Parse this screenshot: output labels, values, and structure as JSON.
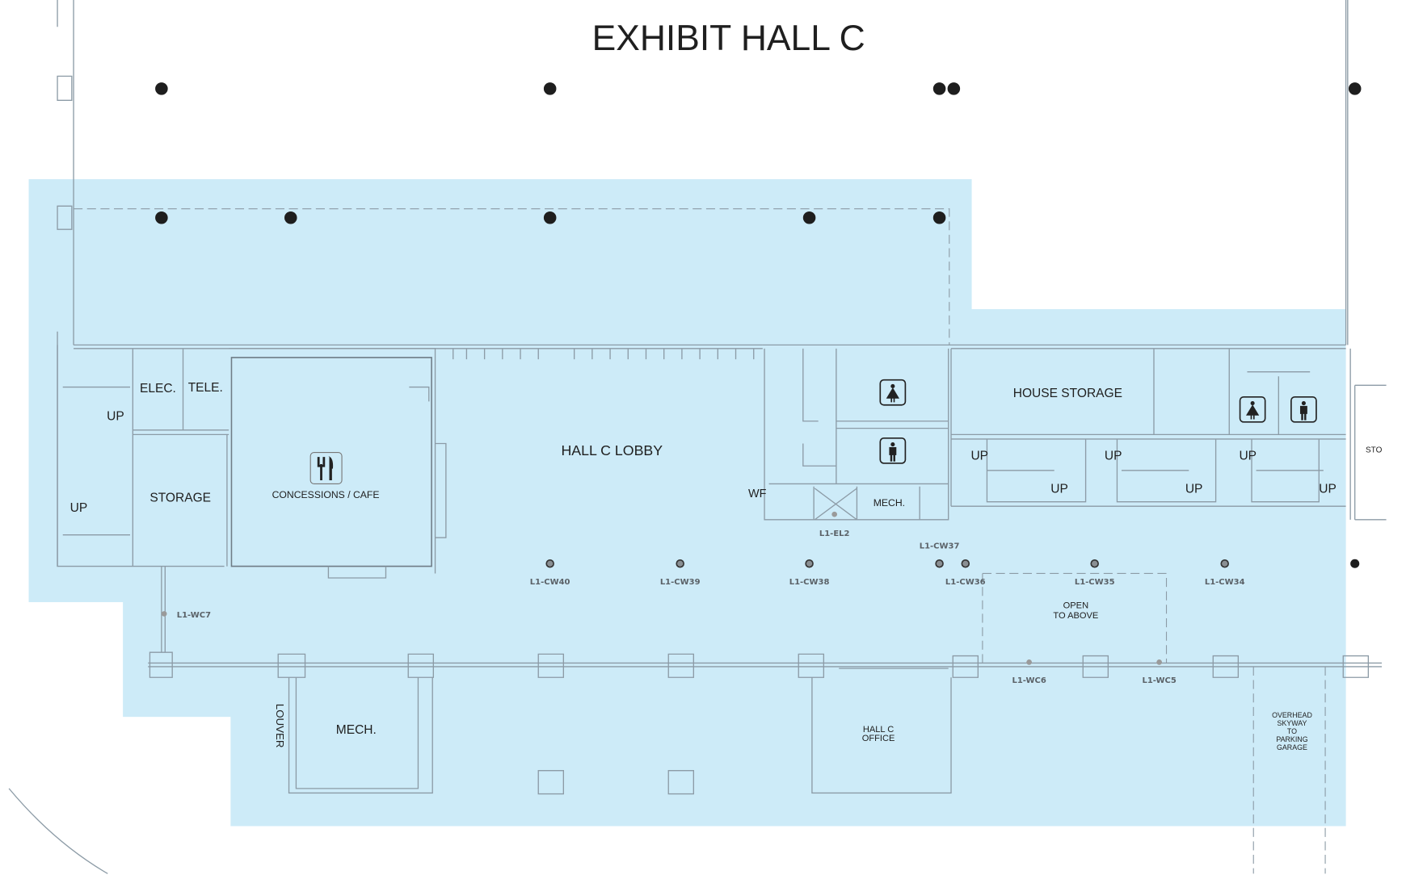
{
  "title": "EXHIBIT HALL C",
  "colors": {
    "area_fill": "#cdebf8",
    "wall": "#8c9ba6",
    "column": "#1e1e1e"
  },
  "rooms": {
    "elec": "ELEC.",
    "tele": "TELE.",
    "storage": "STORAGE",
    "concessions": "CONCESSIONS / CAFE",
    "lobby": "HALL C LOBBY",
    "house_storage": "HOUSE STORAGE",
    "mech_upper": "MECH.",
    "mech_lower": "MECH.",
    "wf": "WF",
    "hall_office_1": "HALL C",
    "hall_office_2": "OFFICE",
    "open_above_1": "OPEN",
    "open_above_2": "TO ABOVE",
    "louver": "LOUVER",
    "sto": "STO",
    "skyway": [
      "OVERHEAD",
      "SKYWAY",
      "TO",
      "PARKING",
      "GARAGE"
    ]
  },
  "stairs": {
    "up": "UP"
  },
  "tags": {
    "cw40": "L1-CW40",
    "cw39": "L1-CW39",
    "cw38": "L1-CW38",
    "cw37": "L1-CW37",
    "cw36": "L1-CW36",
    "cw35": "L1-CW35",
    "cw34": "L1-CW34",
    "wc7": "L1-WC7",
    "wc6": "L1-WC6",
    "wc5": "L1-WC5",
    "el2": "L1-EL2"
  },
  "icons": [
    "restaurant-icon",
    "women-restroom-icon",
    "men-restroom-icon"
  ]
}
